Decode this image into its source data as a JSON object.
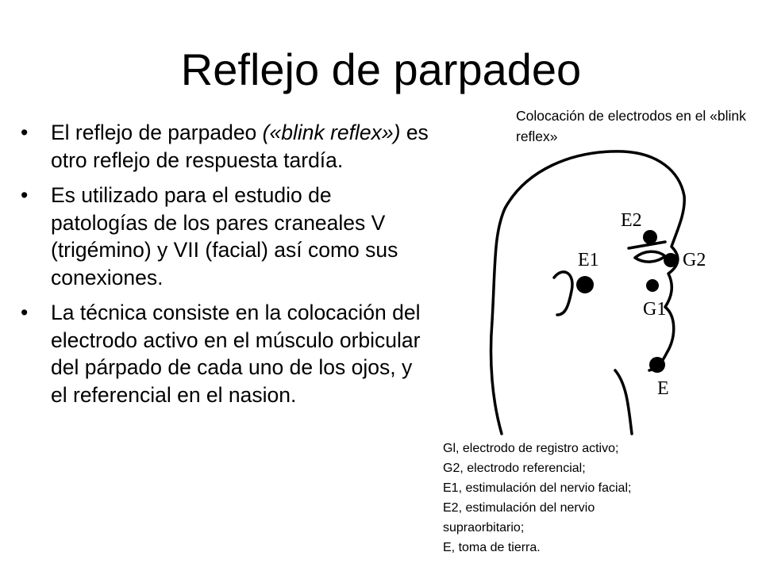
{
  "slide": {
    "title": "Reflejo de parpadeo",
    "bullets": [
      {
        "parts": [
          {
            "text": "El reflejo de parpadeo ",
            "italic": false
          },
          {
            "text": "(«blink reflex»)",
            "italic": true
          },
          {
            "text": " es otro reflejo de respuesta tardía.",
            "italic": false
          }
        ]
      },
      {
        "parts": [
          {
            "text": "Es utilizado para el estudio de patologías de los pares craneales V (trigémino) y VII (facial) así como sus conexiones.",
            "italic": false
          }
        ]
      },
      {
        "parts": [
          {
            "text": "La técnica consiste en la colocación del electrodo activo en el músculo orbicular del párpado de cada uno de los ojos, y el referencial en el nasion.",
            "italic": false
          }
        ]
      }
    ],
    "bullet_glyph": "•"
  },
  "figure": {
    "caption": "Colocación de electrodos en el «blink reflex»",
    "labels": {
      "e2": "E2",
      "e1": "E1",
      "g2": "G2",
      "g1": "G1",
      "e": "E"
    },
    "legend": [
      "Gl, electrodo de registro activo;",
      "G2, electrodo referencial;",
      "E1, estimulación del nervio facial;",
      "E2, estimulación del nervio",
      "supraorbitario;",
      "E, toma de tierra."
    ]
  }
}
